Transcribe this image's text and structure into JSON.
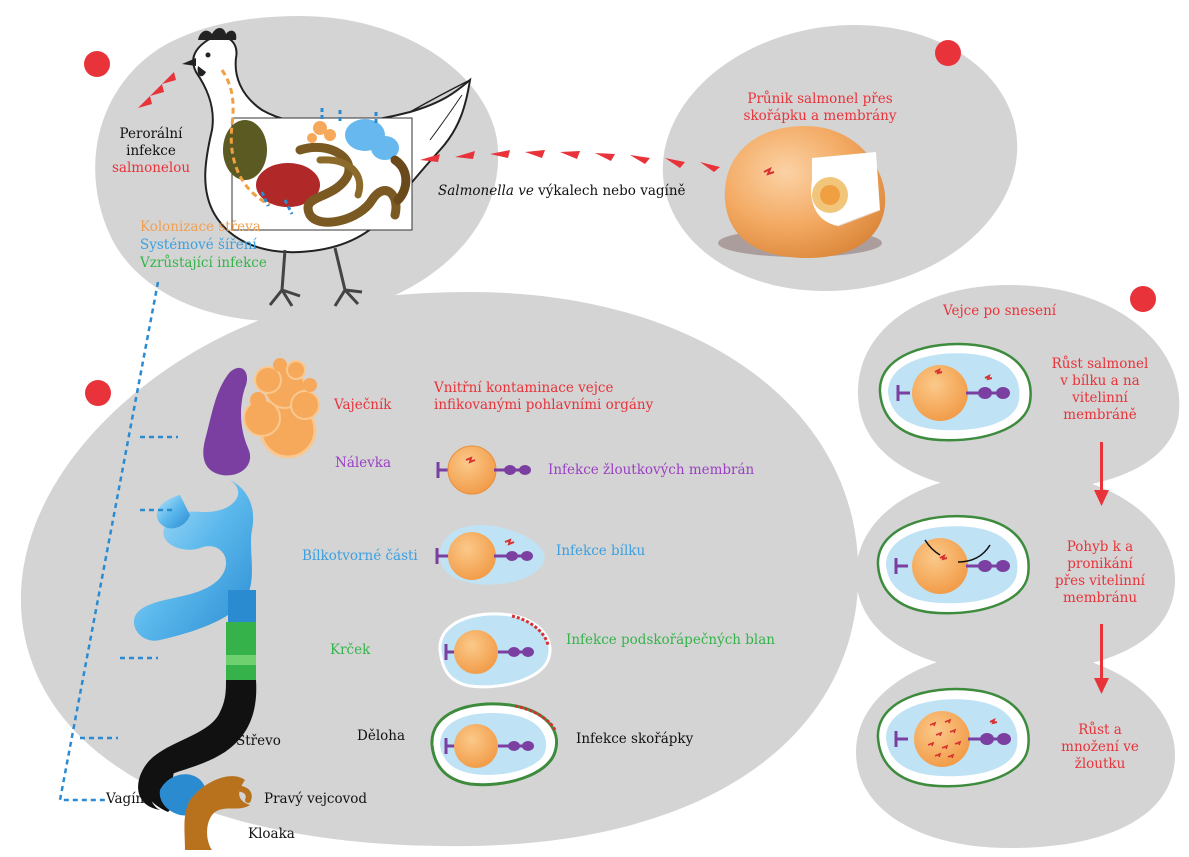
{
  "hen_section": {
    "oral_infection": [
      "Perorální",
      "infekce"
    ],
    "salmonella_word": "salmonelou",
    "gut_colonization": "Kolonizace střeva",
    "systemic_spread": "Systémové šíření",
    "ascending_infection": "Vzrůstající infekce",
    "feces_label_italic": "Salmonella ve",
    "feces_label_rest": " výkalech nebo vagíně"
  },
  "egg_penetration": {
    "text": [
      "Průnik salmonel přes",
      "skořápku a membrány"
    ]
  },
  "oviduct_section": {
    "internal_contamination": [
      "Vnitřní kontaminace vejce",
      "infikovanými pohlavními orgány"
    ],
    "organs": {
      "ovary": "Vaječník",
      "infundibulum": "Nálevka",
      "magnum": "Bílkotvorné části",
      "isthmus": "Krček",
      "uterus": "Děloha",
      "intestine": "Střevo",
      "vagina": "Vagína",
      "right_oviduct": "Pravý vejcovod",
      "cloaca": "Kloaka"
    },
    "infections": {
      "vitelline": "Infekce žloutkových membrán",
      "albumen": "Infekce bílku",
      "shell_membranes": "Infekce podskořápečných blan",
      "shell": "Infekce skořápky"
    }
  },
  "after_laying": {
    "title": "Vejce po snesení",
    "step1": [
      "Růst salmonel",
      "v bílku a na",
      "vitelinní",
      "membráně"
    ],
    "step2": [
      "Pohyb k a",
      "pronikání",
      "přes vitelinní",
      "membránu"
    ],
    "step3": [
      "Růst a",
      "množení ve",
      "žloutku"
    ]
  },
  "colors": {
    "panel_gray": "#d4d4d4",
    "dot_red": "#e8333a",
    "yolk": "#f5a85a",
    "albumen": "#bfe3f5",
    "shell_green": "#3d8b3d",
    "purple": "#7a3fa0",
    "blue": "#3aa0e0"
  },
  "icons": [
    "hen-illustration",
    "egg-icon",
    "oviduct-illustration",
    "ovary-follicles-icon",
    "red-dot-marker",
    "arrow-down-icon"
  ]
}
